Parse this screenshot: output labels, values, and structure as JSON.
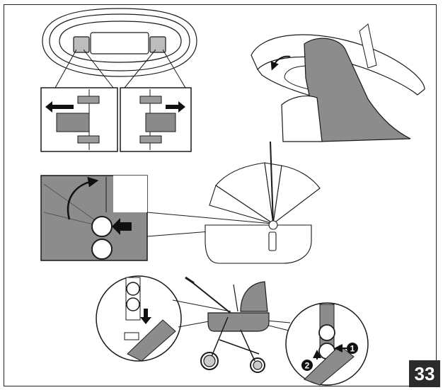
{
  "page": {
    "number": "33"
  },
  "panels": [
    {
      "id": "top-left",
      "subject": "bassinet-base-clips-release"
    },
    {
      "id": "top-right",
      "subject": "hood-fold-down"
    },
    {
      "id": "middle",
      "subject": "canopy-hinge-rotate"
    },
    {
      "id": "bottom",
      "subject": "stroller-attach-release-button"
    }
  ],
  "steps": {
    "step1": "1",
    "step2": "2"
  },
  "colors": {
    "ink": "#1a1a1a",
    "shade": "#8c8c8c",
    "shade_dark": "#6e6e6e",
    "badge": "#2b2b2b"
  }
}
